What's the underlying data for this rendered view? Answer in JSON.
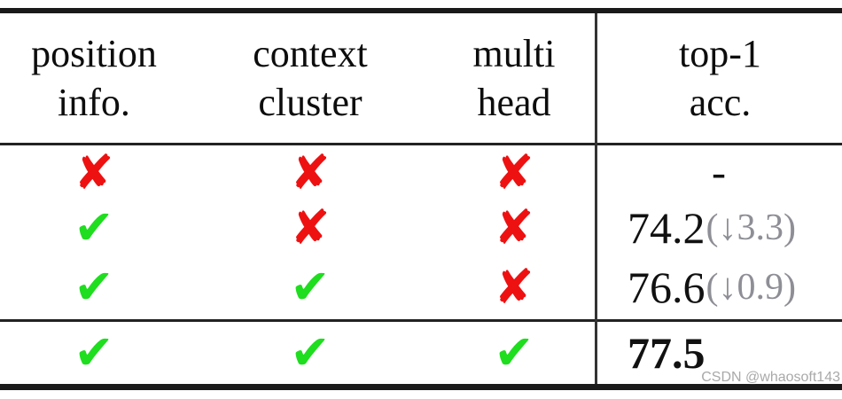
{
  "table": {
    "columns": [
      {
        "lines": [
          "position",
          "info."
        ]
      },
      {
        "lines": [
          "context",
          "cluster"
        ]
      },
      {
        "lines": [
          "multi",
          "head"
        ]
      },
      {
        "lines": [
          "top-1",
          "acc."
        ]
      }
    ],
    "rows": [
      {
        "marks": [
          "cross",
          "cross",
          "cross"
        ],
        "acc": {
          "main": "-",
          "note": ""
        }
      },
      {
        "marks": [
          "check",
          "cross",
          "cross"
        ],
        "acc": {
          "main": "74.2",
          "note": "(↓3.3)"
        }
      },
      {
        "marks": [
          "check",
          "check",
          "cross"
        ],
        "acc": {
          "main": "76.6",
          "note": "(↓0.9)"
        }
      },
      {
        "marks": [
          "check",
          "check",
          "check"
        ],
        "acc": {
          "main": "77.5",
          "note": "",
          "bold": true
        }
      }
    ]
  },
  "icons": {
    "cross": "✘",
    "check": "✔"
  },
  "colors": {
    "cross_red": "#ee1111",
    "check_green": "#1fdd1f",
    "note_gray": "#8e8e96",
    "rule_black": "#1a1a1a",
    "watermark_gray": "#a9a9a9"
  },
  "watermark": "CSDN @whaosoft143",
  "chart_data": {
    "type": "table",
    "title": "Ablation study: component contributions to top-1 accuracy",
    "columns": [
      "position info.",
      "context cluster",
      "multi head",
      "top-1 acc."
    ],
    "rows": [
      [
        "no",
        "no",
        "no",
        "-"
      ],
      [
        "yes",
        "no",
        "no",
        "74.2 (↓3.3)"
      ],
      [
        "yes",
        "yes",
        "no",
        "76.6 (↓0.9)"
      ],
      [
        "yes",
        "yes",
        "yes",
        "77.5"
      ]
    ]
  }
}
